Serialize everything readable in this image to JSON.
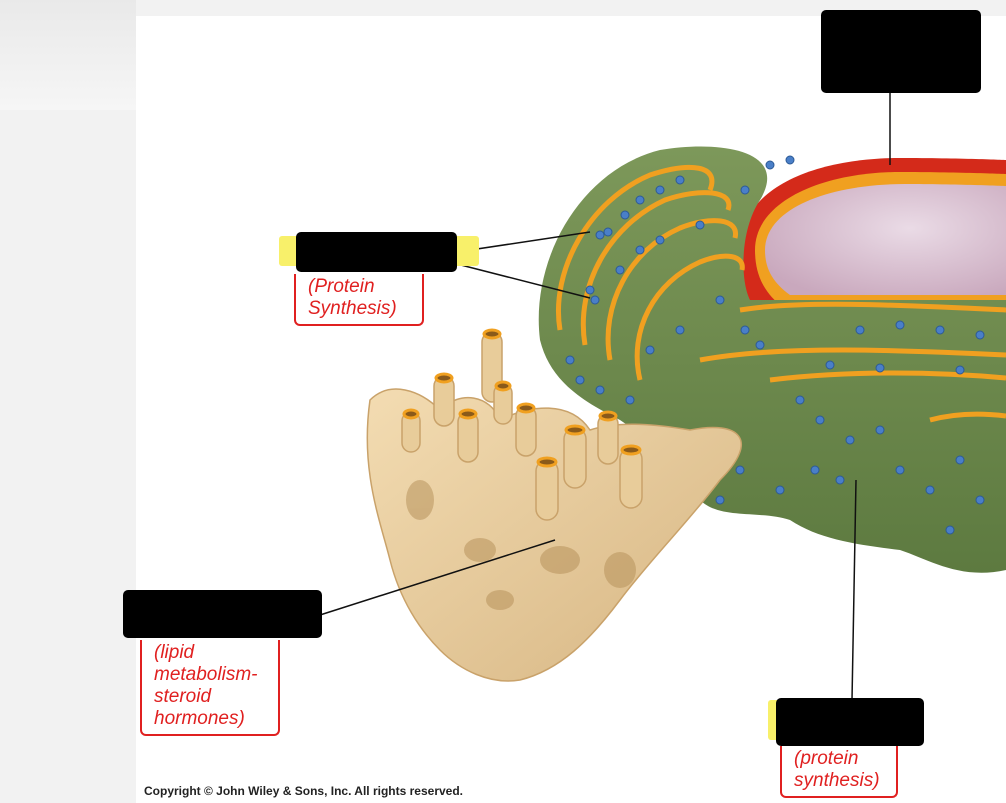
{
  "annotations": {
    "rough_er_note": "(Protein\nSynthesis)",
    "smooth_er_note": "(lipid\nmetabolism-\nsteroid\nhormones)",
    "ribosome_note": "(protein\nsynthesis)"
  },
  "copyright": "Copyright © John Wiley & Sons, Inc. All rights reserved.",
  "colors": {
    "note_red": "#e02020",
    "mask": "#000000",
    "highlight": "#f8f06a",
    "rough_er_green": "#6e8a4a",
    "smooth_er_tan": "#e8cc9a",
    "nucleus_membrane_red": "#d42a1a",
    "ribosome_blue": "#4a7fc8"
  }
}
